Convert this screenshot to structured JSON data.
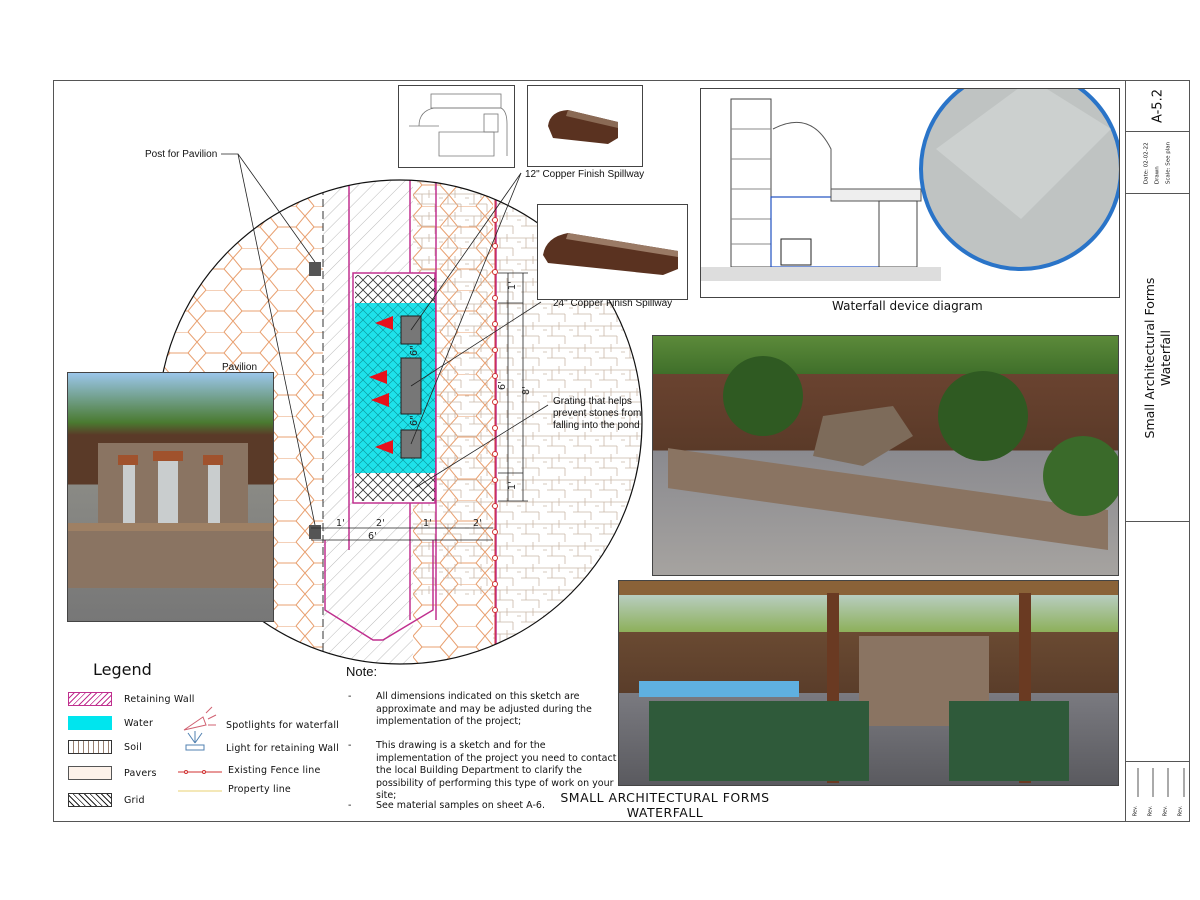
{
  "title_block": {
    "sheet_number": "A-5.2",
    "date": "Date: 02-02-22",
    "drawn": "Drawn",
    "scale": "Scale: See plan",
    "title_line1": "Small Architectural Forms",
    "title_line2": "Waterfall",
    "rev_labels": [
      "Rev.",
      "Rev.",
      "Rev.",
      "Rev."
    ]
  },
  "plan": {
    "callouts": {
      "post_for_pavilion": "Post for Pavilion",
      "pavilion": "Pavilion",
      "spillway_12": "12\" Copper Finish Spillway",
      "spillway_24": "24\" Copper Finish Spillway",
      "grating": "Grating that helps prevent stones from falling into the pond"
    },
    "dimensions": {
      "top_grid": "1'",
      "gap_upper": "6\"",
      "gap_lower": "6\"",
      "water_length": "6'",
      "total_length": "8'",
      "bottom_grid": "1'",
      "wall_left": "1'",
      "grid_width": "2'",
      "wall_right": "1'",
      "soil_right": "2'",
      "total_width": "6'"
    }
  },
  "captions": {
    "device_diagram": "Waterfall device diagram",
    "sheet_title_line1": "SMALL ARCHITECTURAL FORMS",
    "sheet_title_line2": "WATERFALL"
  },
  "legend": {
    "title": "Legend",
    "materials": [
      {
        "label": "Retaining Wall",
        "color": "#c0308f"
      },
      {
        "label": "Water",
        "color": "#00e5ee"
      },
      {
        "label": "Soil",
        "color": "#7a5a40"
      },
      {
        "label": "Pavers",
        "color": "#e08a50"
      },
      {
        "label": "Grid",
        "color": "#222222"
      }
    ],
    "symbols": [
      {
        "label": "Spotlights for waterfall",
        "icon": "spotlight-icon"
      },
      {
        "label": "Light for retaining Wall",
        "icon": "wall-light-icon"
      },
      {
        "label": "Existing Fence line",
        "icon": "fence-line-icon"
      },
      {
        "label": "Property line",
        "icon": "property-line-icon"
      }
    ]
  },
  "notes": {
    "title": "Note:",
    "items": [
      "All dimensions indicated on this sketch are approximate and may be adjusted during the implementation of the project;",
      "This drawing is a sketch and for the implementation of the project you need to contact the local Building Department to clarify the possibility of performing this type of work on your site;",
      "See material samples on sheet A-6."
    ]
  },
  "colors": {
    "wall": "#c0308f",
    "water": "#00e5ee",
    "spotlight": "#e8101a",
    "fence": "#d03030",
    "paver": "#e08a50",
    "copper": "#5a3220"
  }
}
